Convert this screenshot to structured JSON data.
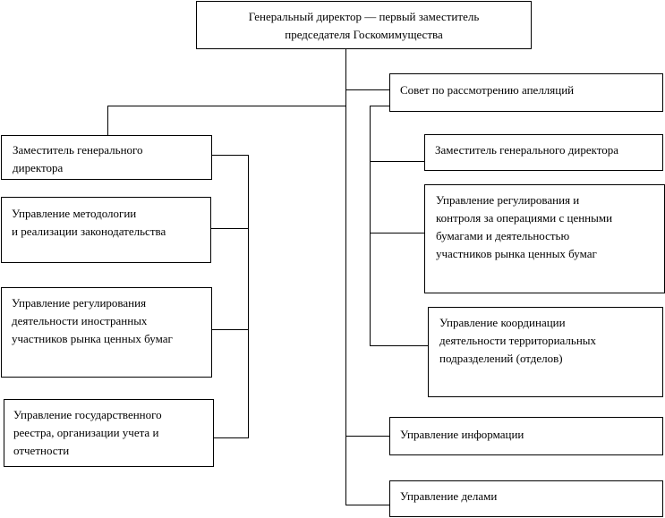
{
  "diagram": {
    "top": {
      "text": "Генеральный директор — первый заместитель\nпредседателя Госкомимущества"
    },
    "right": [
      {
        "name": "appeals-council-box",
        "text": "Совет по рассмотрению апелляций"
      },
      {
        "name": "right-deputy-director-box",
        "text": "Заместитель генерального директора"
      },
      {
        "name": "securities-regulation-box",
        "text": "Управление  регулирования  и\nконтроля за  операциями с  ценными\nбумагами  и деятельностью\nучастников рынка  ценных бумаг"
      },
      {
        "name": "territorial-coordination-box",
        "text": "Управление  координации\nдеятельности  территориальных\nподразделений  (отделов)"
      },
      {
        "name": "information-dept-box",
        "text": "Управление  информации"
      },
      {
        "name": "affairs-dept-box",
        "text": "Управление делами"
      }
    ],
    "left": [
      {
        "name": "left-deputy-director-box",
        "text": "Заместитель генерального\n директора"
      },
      {
        "name": "methodology-dept-box",
        "text": "Управление методологии\nи реализации законодательства"
      },
      {
        "name": "foreign-participants-box",
        "text": "Управление  регулирования\nдеятельности иностранных\nучастников рынка ценных  бумаг"
      },
      {
        "name": "state-registry-box",
        "text": "Управление  государственного\nреестра,  организации учета и\nотчетности"
      }
    ]
  }
}
